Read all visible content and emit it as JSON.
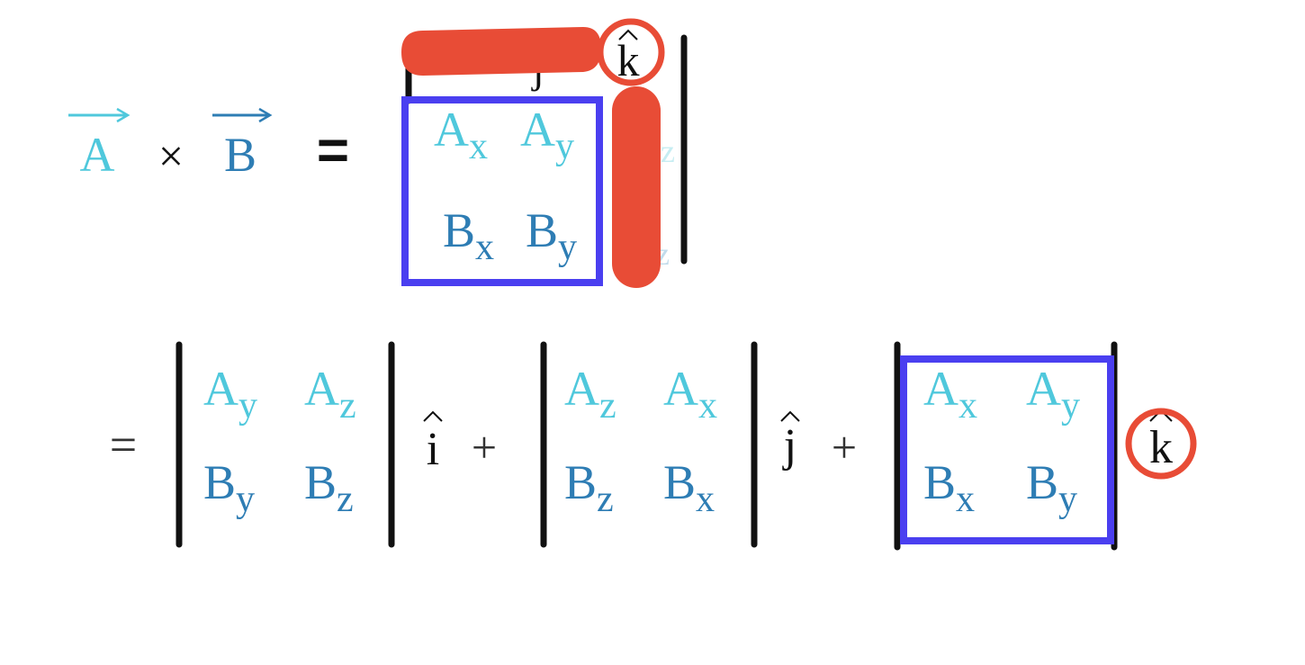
{
  "colors": {
    "vector_a": "#4fc8dc",
    "vector_b": "#2e7db4",
    "ink": "#111111",
    "highlight_blue": "#4a3ff0",
    "highlight_red": "#e84c36"
  },
  "top": {
    "vec_a": "A",
    "times": "×",
    "vec_b": "B",
    "equals": "=",
    "unit_j": "j",
    "unit_k": "k",
    "minor": [
      {
        "base": "A",
        "sub": "x"
      },
      {
        "base": "A",
        "sub": "y"
      },
      {
        "base": "B",
        "sub": "x"
      },
      {
        "base": "B",
        "sub": "y"
      }
    ],
    "faded_z1": "z",
    "faded_z2": "z"
  },
  "bottom": {
    "equals": "=",
    "plus1": "+",
    "plus2": "+",
    "unit_i": "i",
    "unit_j": "j",
    "unit_k": "k",
    "det1": [
      {
        "base": "A",
        "sub": "y"
      },
      {
        "base": "A",
        "sub": "z"
      },
      {
        "base": "B",
        "sub": "y"
      },
      {
        "base": "B",
        "sub": "z"
      }
    ],
    "det2": [
      {
        "base": "A",
        "sub": "z"
      },
      {
        "base": "A",
        "sub": "x"
      },
      {
        "base": "B",
        "sub": "z"
      },
      {
        "base": "B",
        "sub": "x"
      }
    ],
    "det3": [
      {
        "base": "A",
        "sub": "x"
      },
      {
        "base": "A",
        "sub": "y"
      },
      {
        "base": "B",
        "sub": "x"
      },
      {
        "base": "B",
        "sub": "y"
      }
    ]
  }
}
